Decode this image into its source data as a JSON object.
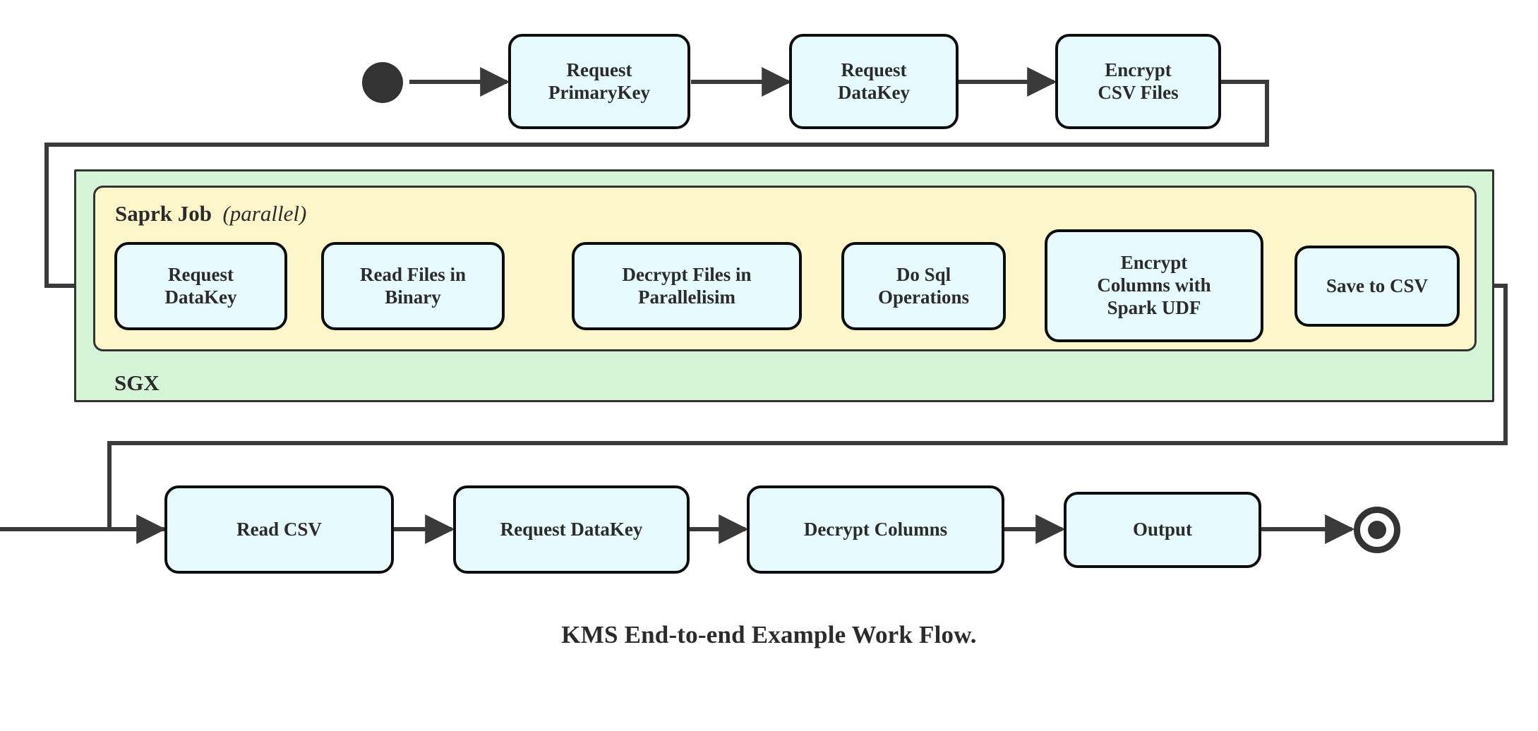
{
  "diagram": {
    "caption": "KMS End-to-end Example Work Flow.",
    "colors": {
      "node_fill": "#e7fbff",
      "node_stroke": "#0d0d0d",
      "sgx_fill": "#d6f5d8",
      "spark_fill": "#fdf6cb",
      "wire": "#3a3a3a",
      "text": "#2b2b2b"
    },
    "start_marker": "filled-circle",
    "end_marker": "bullseye-circle"
  },
  "regions": {
    "sgx": {
      "label": "SGX"
    },
    "spark": {
      "label_bold": "Saprk Job",
      "label_italic": "(parallel)"
    }
  },
  "rows": {
    "top": [
      {
        "label_line1": "Request",
        "label_line2": "PrimaryKey"
      },
      {
        "label_line1": "Request",
        "label_line2": "DataKey"
      },
      {
        "label_line1": "Encrypt",
        "label_line2": "CSV Files"
      }
    ],
    "spark": [
      {
        "label_line1": "Request",
        "label_line2": "DataKey"
      },
      {
        "label_line1": "Read Files in",
        "label_line2": "Binary"
      },
      {
        "label_line1": "Decrypt Files in",
        "label_line2": "Parallelisim"
      },
      {
        "label_line1": "Do Sql",
        "label_line2": "Operations"
      },
      {
        "label_line1": "Encrypt",
        "label_line2": "Columns with",
        "label_line3": "Spark UDF"
      },
      {
        "label_line1": "Save to CSV"
      }
    ],
    "bottom": [
      {
        "label_line1": "Read CSV"
      },
      {
        "label_line1": "Request DataKey"
      },
      {
        "label_line1": "Decrypt Columns"
      },
      {
        "label_line1": "Output"
      }
    ]
  }
}
